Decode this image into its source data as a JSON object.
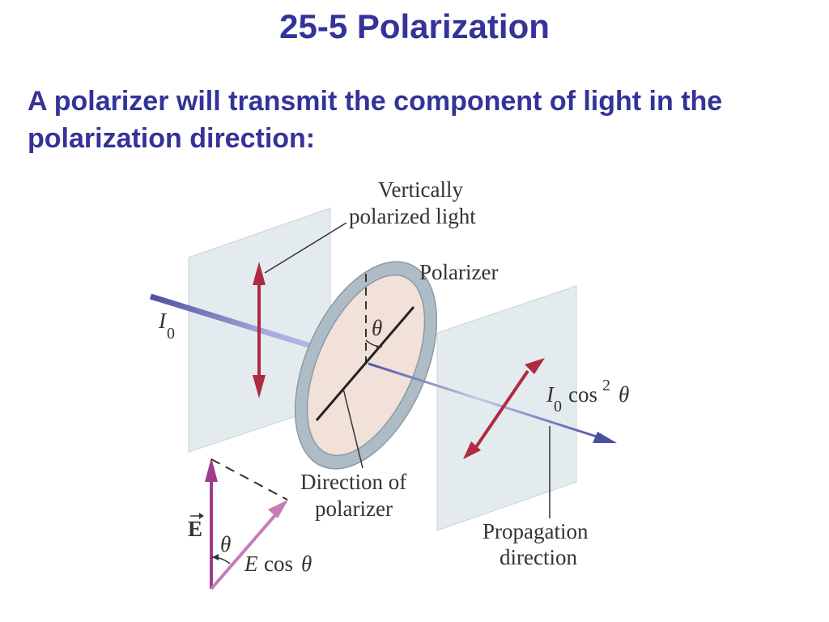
{
  "slide": {
    "title": "25-5 Polarization",
    "body": "A polarizer will transmit the component of light in the polarization direction:"
  },
  "diagram": {
    "labels": {
      "vertically_line1": "Vertically",
      "vertically_line2": "polarized light",
      "polarizer": "Polarizer",
      "intensity_in_symbol": "I",
      "intensity_in_sub": "0",
      "theta_symbol": "θ",
      "intensity_out_symbol": "I",
      "intensity_out_sub": "0",
      "intensity_out_cos": "cos",
      "intensity_out_exp": "2",
      "intensity_out_theta": "θ",
      "direction_line1": "Direction of",
      "direction_line2": "polarizer",
      "propagation_line1": "Propagation",
      "propagation_line2": "direction",
      "field_vector": "E",
      "vector_theta": "θ",
      "component_E": "E",
      "component_cos": "cos",
      "component_theta": "θ"
    },
    "colors": {
      "title": "#333399",
      "panel": "#e3ebef",
      "ring": "#aebcc6",
      "disc": "#f1e1d9",
      "beam": "#5a5ea8",
      "field_arrow": "#b02a42",
      "vector_arrow": "#a03c90"
    }
  }
}
